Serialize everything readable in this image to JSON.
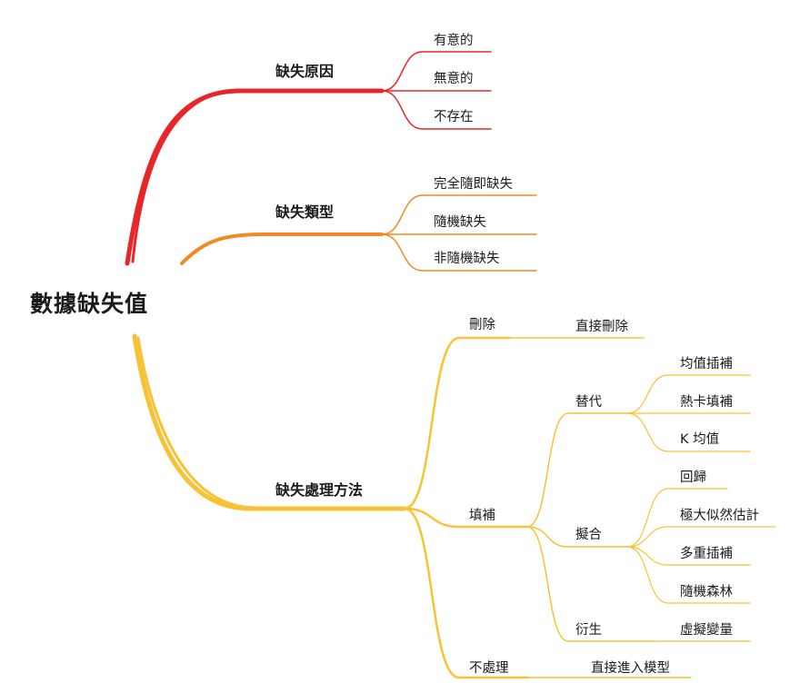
{
  "root": {
    "label": "數據缺失值"
  },
  "colors": {
    "red": "#e8262a",
    "orange": "#f28a21",
    "yellow": "#f8c234"
  },
  "branches": [
    {
      "label": "缺失原因",
      "color": "#e8262a",
      "children": [
        {
          "label": "有意的"
        },
        {
          "label": "無意的"
        },
        {
          "label": "不存在"
        }
      ]
    },
    {
      "label": "缺失類型",
      "color": "#f28a21",
      "children": [
        {
          "label": "完全隨即缺失"
        },
        {
          "label": "隨機缺失"
        },
        {
          "label": "非隨機缺失"
        }
      ]
    },
    {
      "label": "缺失處理方法",
      "color": "#f8c234",
      "children": [
        {
          "label": "刪除",
          "children": [
            {
              "label": "直接刪除"
            }
          ]
        },
        {
          "label": "填補",
          "children": [
            {
              "label": "替代",
              "children": [
                {
                  "label": "均值插補"
                },
                {
                  "label": "熱卡填補"
                },
                {
                  "label": "K 均值"
                }
              ]
            },
            {
              "label": "擬合",
              "children": [
                {
                  "label": "回歸"
                },
                {
                  "label": "極大似然估計"
                },
                {
                  "label": "多重插補"
                },
                {
                  "label": "隨機森林"
                }
              ]
            },
            {
              "label": "衍生",
              "children": [
                {
                  "label": "虛擬變量"
                }
              ]
            }
          ]
        },
        {
          "label": "不處理",
          "children": [
            {
              "label": "直接進入模型"
            }
          ]
        }
      ]
    }
  ]
}
